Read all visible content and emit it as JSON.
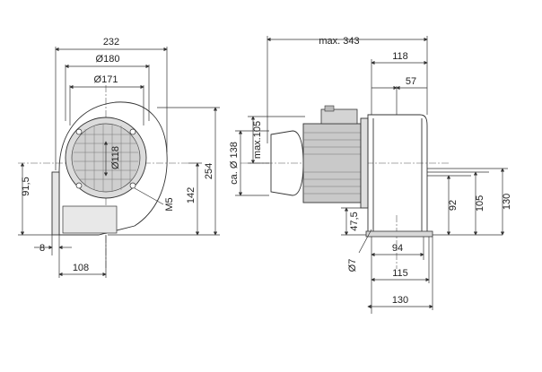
{
  "front_view": {
    "width": "232",
    "dia_inlet_outer": "Ø180",
    "dia_inlet_inner": "Ø171",
    "dia_hub": "Ø118",
    "height_total": "254",
    "height_partial": "142",
    "offset_left": "91,5",
    "flange": "8",
    "base_width": "108",
    "thread": "M5"
  },
  "side_view": {
    "length_max": "max. 343",
    "outlet_depth": "118",
    "outlet_offset": "57",
    "motor_height": "max.105",
    "motor_dia": "ca. Ø 138",
    "flange_height": "47,5",
    "outlet_92": "92",
    "outlet_105": "105",
    "outlet_130": "130",
    "base_94": "94",
    "base_115": "115",
    "base_130": "130",
    "hole": "Ø7"
  }
}
